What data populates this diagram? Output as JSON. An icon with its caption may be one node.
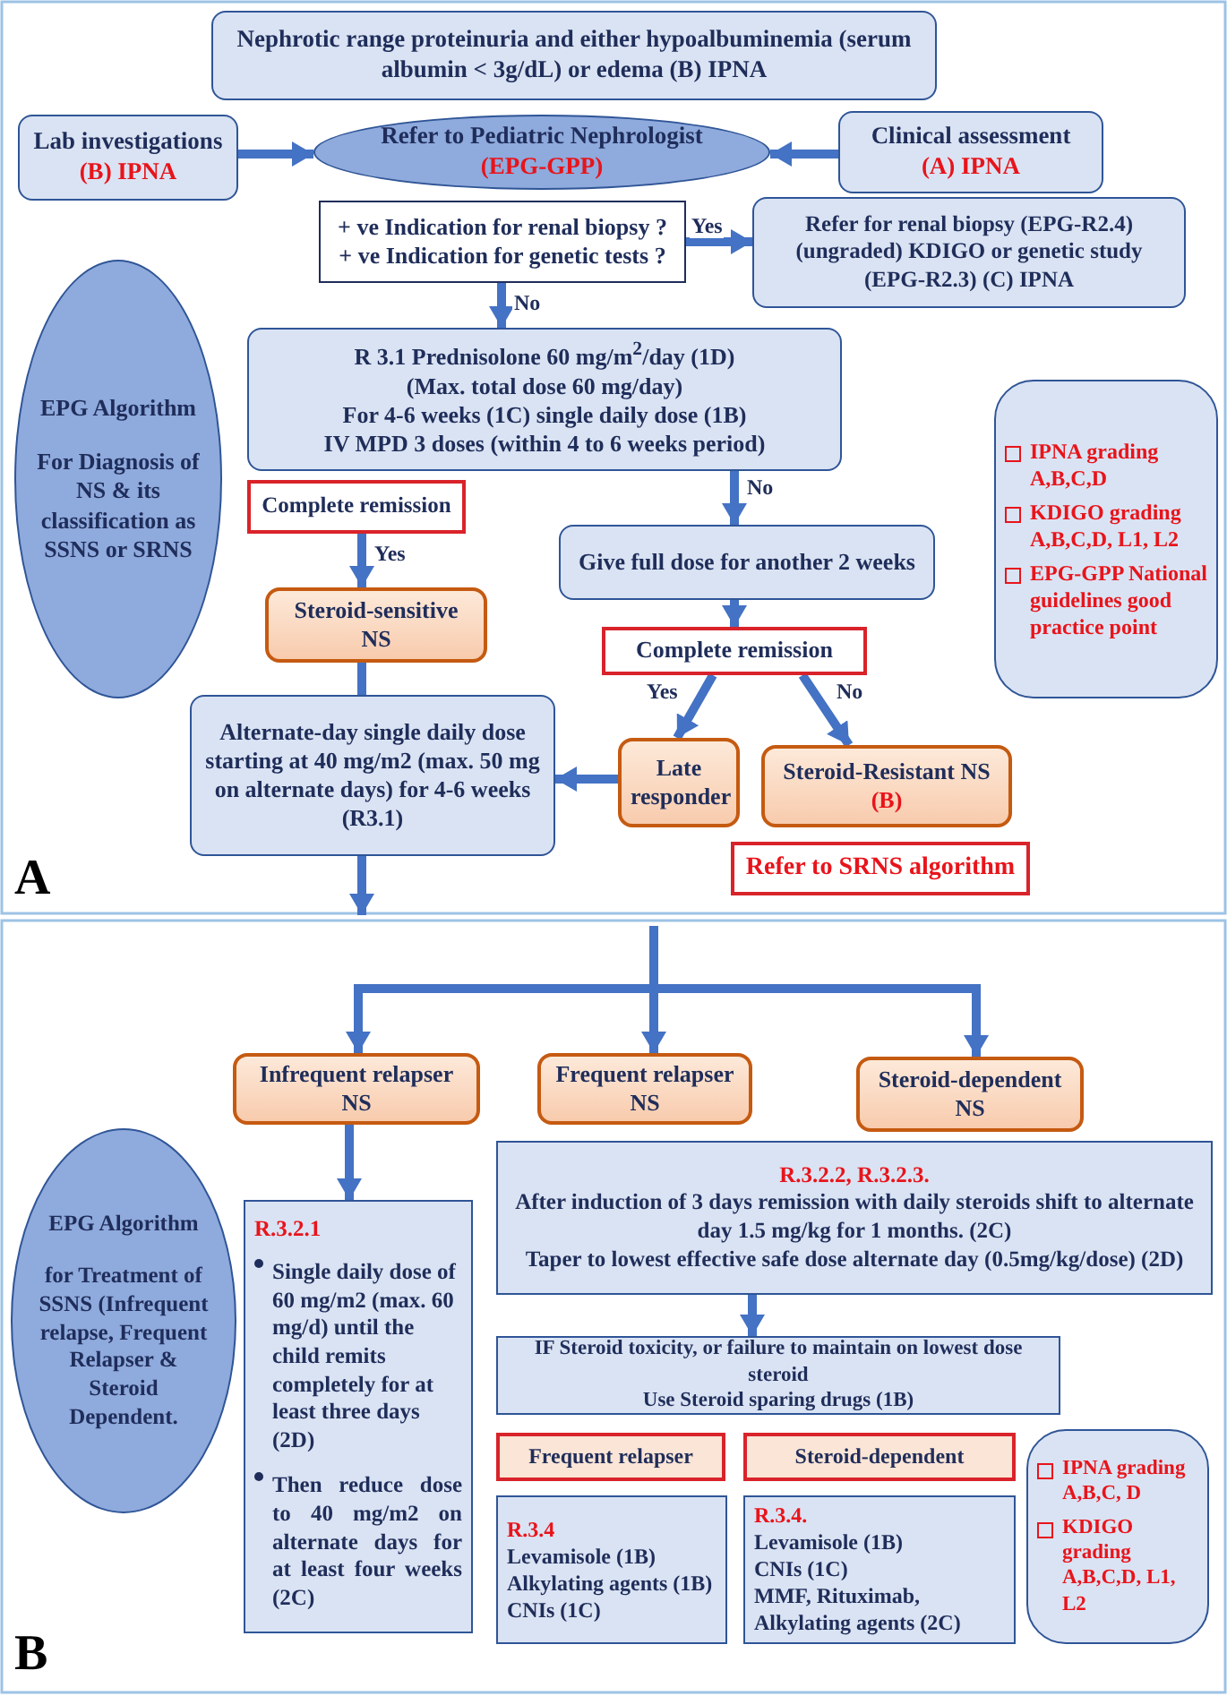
{
  "diagram": {
    "nodes": [
      {
        "text": [
          "Nephrotic range proteinuria and either hypoalbuminemia (serum albumin < 3g/dL) or edema (B) IPNA"
        ]
      },
      {
        "text": [
          "Lab investigations",
          "(B) IPNA"
        ]
      },
      {
        "text": [
          "Refer to Pediatric Nephrologist",
          "(EPG-GPP)"
        ]
      },
      {
        "text": [
          "Clinical assessment",
          "(A) IPNA"
        ]
      },
      {
        "text": [
          "+ ve Indication for renal biopsy ?",
          "+ ve Indication for genetic tests ?"
        ]
      },
      {
        "text": [
          "Refer for renal biopsy (EPG-R2.4) (ungraded) KDIGO or genetic study (EPG-R2.3) (C) IPNA"
        ]
      },
      {
        "text": [
          "EPG Algorithm",
          "For Diagnosis of NS & its classification as SSNS or SRNS"
        ]
      },
      {
        "text": [
          "R 3.1 Prednisolone 60 mg/m$^{2}$/day (1D)",
          "(Max. total dose 60 mg/day)",
          "For 4-6 weeks (1C) single daily dose (1B)",
          "IV MPD 3 doses (within 4 to 6 weeks period)"
        ]
      },
      {
        "text": [
          "IPNA grading A,B,C,D",
          "KDIGO grading A,B,C,D, L1, L2",
          "EPG-GPP National guidelines good practice point"
        ]
      },
      {
        "text": [
          "Complete remission"
        ]
      },
      {
        "text": [
          "Steroid-sensitive NS"
        ]
      },
      {
        "text": [
          "Give full dose for another 2 weeks"
        ]
      },
      {
        "text": [
          "Complete remission"
        ]
      },
      {
        "text": [
          "Alternate-day single daily dose starting at 40 mg/m2 (max. 50 mg on alternate days) for 4-6 weeks (R3.1)"
        ]
      },
      {
        "text": [
          "Late responder"
        ]
      },
      {
        "text": [
          "Steroid-Resistant NS",
          "(B)"
        ]
      },
      {
        "text": [
          "Refer to SRNS algorithm"
        ]
      },
      {
        "text": [
          "Infrequent relapser NS"
        ]
      },
      {
        "text": [
          "Frequent relapser NS"
        ]
      },
      {
        "text": [
          "Steroid-dependent NS"
        ]
      },
      {
        "text": [
          "EPG Algorithm",
          "for Treatment of SSNS (Infrequent relapse, Frequent Relapser & Steroid Dependent."
        ]
      },
      {
        "text": [
          "R.3.2.1",
          "Single daily dose of 60 mg/m2 (max. 60 mg/d) until the child remits completely for at least three days (2D)",
          "Then reduce dose to 40 mg/m2 on alternate days for at least four weeks (2C)"
        ]
      },
      {
        "text": [
          "R.3.2.2, R.3.2.3.",
          "After induction of 3 days remission with daily steroids shift to alternate day 1.5 mg/kg for 1 months. (2C)",
          "Taper to lowest effective safe dose alternate day (0.5mg/kg/dose) (2D)"
        ]
      },
      {
        "text": [
          "IF Steroid toxicity, or failure to maintain on lowest dose steroid",
          "Use Steroid sparing drugs (1B)"
        ]
      },
      {
        "text": [
          "Frequent relapser"
        ]
      },
      {
        "text": [
          "Steroid-dependent"
        ]
      },
      {
        "text": [
          "R.3.4",
          "Levamisole (1B)",
          "Alkylating agents (1B)",
          "CNIs (1C)"
        ]
      },
      {
        "text": [
          "R.3.4.",
          "Levamisole (1B)",
          "CNIs (1C)",
          "MMF, Rituximab, Alkylating agents (2C)"
        ]
      },
      {
        "text": [
          "IPNA grading A,B,C, D",
          "KDIGO grading A,B,C,D, L1, L2"
        ]
      }
    ],
    "edges": [
      {
        "from": 1,
        "to": 2,
        "arrow": "to"
      },
      {
        "from": 3,
        "to": 2,
        "arrow": "to"
      },
      {
        "from": 4,
        "to": 5,
        "arrow": "to",
        "label": "Yes"
      },
      {
        "from": 4,
        "to": 7,
        "arrow": "to",
        "label": "No"
      },
      {
        "from": 9,
        "to": 10,
        "arrow": "to",
        "label": "Yes"
      },
      {
        "from": 7,
        "to": 11,
        "arrow": "to",
        "label": "No"
      },
      {
        "from": 11,
        "to": 12,
        "arrow": "to"
      },
      {
        "from": 12,
        "to": 14,
        "arrow": "to",
        "label": "Yes"
      },
      {
        "from": 12,
        "to": 15,
        "arrow": "to",
        "label": "No"
      },
      {
        "from": 14,
        "to": 13,
        "arrow": "to"
      },
      {
        "from": 10,
        "to": 13,
        "arrow": "none"
      },
      {
        "from": 13,
        "to": null,
        "arrow": "to"
      },
      {
        "from": null,
        "to": 17,
        "arrow": "to"
      },
      {
        "from": null,
        "to": 18,
        "arrow": "to"
      },
      {
        "from": null,
        "to": 19,
        "arrow": "to"
      },
      {
        "from": 17,
        "to": 21,
        "arrow": "to"
      },
      {
        "from": 22,
        "to": 23,
        "arrow": "to"
      }
    ],
    "labels": [
      "A",
      "B"
    ]
  }
}
